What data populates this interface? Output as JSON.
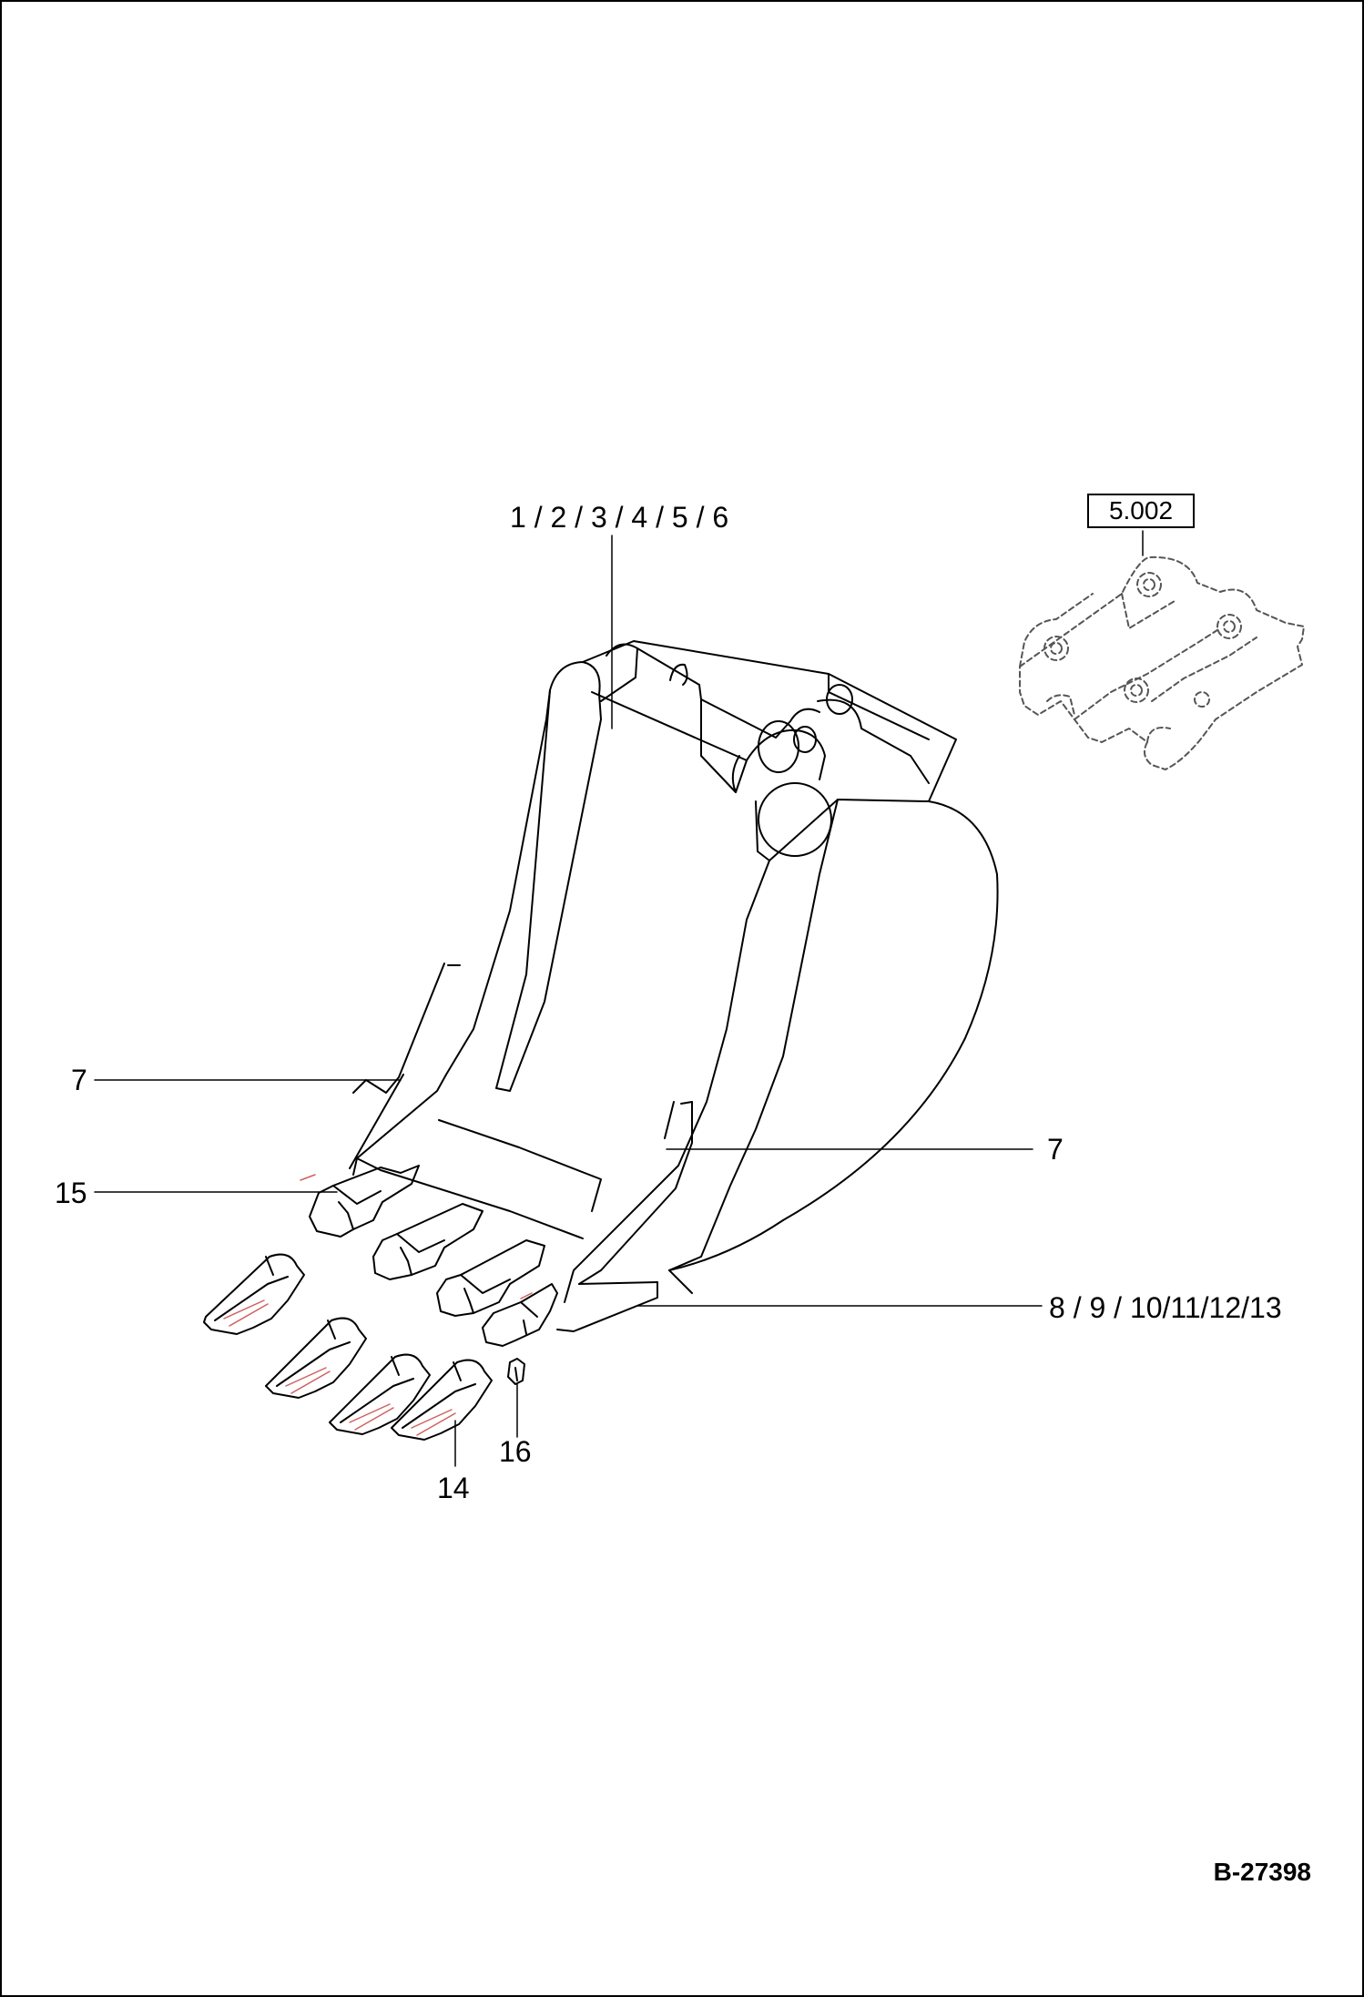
{
  "callouts": {
    "c_1_6": "1 / 2 / 3 / 4 / 5 / 6",
    "c_7_left": "7",
    "c_7_right": "7",
    "c_15": "15",
    "c_8_13": "8 / 9 / 10/11/12/13",
    "c_16": "16",
    "c_14": "14"
  },
  "reference_box": "5.002",
  "drawing_number": "B-27398",
  "colors": {
    "line": "#000000",
    "accent": "#d06060",
    "dashed": "#555555"
  }
}
